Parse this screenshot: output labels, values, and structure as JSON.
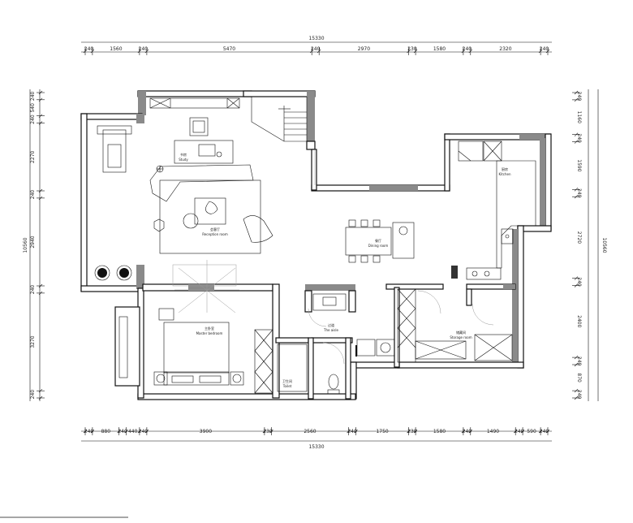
{
  "dimensions": {
    "top_total": "15330",
    "top_segments": [
      "240",
      "1560",
      "240",
      "5470",
      "240",
      "2970",
      "230",
      "1580",
      "240",
      "2320",
      "240"
    ],
    "bottom_total": "15330",
    "bottom_segments": [
      "240",
      "880",
      "240",
      "440",
      "240",
      "3900",
      "230",
      "2560",
      "240",
      "1750",
      "230",
      "1580",
      "240",
      "1490",
      "240",
      "590",
      "240"
    ],
    "left_total": "10560",
    "left_segments": [
      "240",
      "540",
      "240",
      "2270",
      "240",
      "2940",
      "240",
      "3270",
      "240"
    ],
    "right_total": "10560",
    "right_segments": [
      "240",
      "1160",
      "240",
      "1590",
      "240",
      "2720",
      "240",
      "2400",
      "240",
      "870",
      "240"
    ]
  },
  "rooms": {
    "study_cn": "书房",
    "study_en": "Study",
    "reception_cn": "会客厅",
    "reception_en": "Reception room",
    "kitchen_cn": "厨房",
    "kitchen_en": "Kitchen",
    "dining_cn": "餐厅",
    "dining_en": "Dining room",
    "master_cn": "主卧室",
    "master_en": "Master bedroom",
    "aisle_cn": "过道",
    "aisle_en": "The aisle",
    "toilet_cn": "卫生间",
    "toilet_en": "Toilet",
    "storage_cn": "储藏间",
    "storage_en": "Storage room"
  }
}
